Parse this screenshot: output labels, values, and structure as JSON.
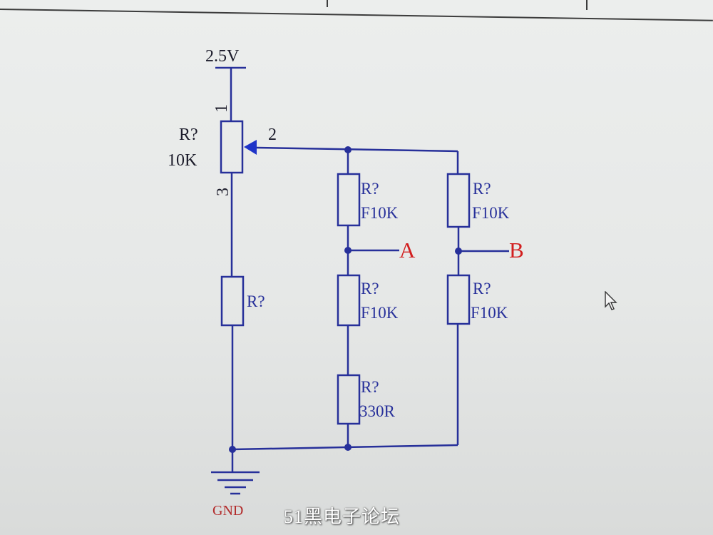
{
  "power": {
    "label": "2.5V"
  },
  "potentiometer": {
    "designator": "R?",
    "value": "10K",
    "pin1": "1",
    "pin2": "2",
    "pin3": "3"
  },
  "resistor_left": {
    "designator": "R?"
  },
  "resistor_mid_top": {
    "designator": "R?",
    "value": "F10K"
  },
  "resistor_mid_bottom": {
    "designator": "R?",
    "value": "F10K"
  },
  "resistor_mid_low": {
    "designator": "R?",
    "value": "330R"
  },
  "resistor_right_top": {
    "designator": "R?",
    "value": "F10K"
  },
  "resistor_right_bottom": {
    "designator": "R?",
    "value": "F10K"
  },
  "net_labels": {
    "a": "A",
    "b": "B"
  },
  "ground": {
    "label": "GND"
  },
  "watermark": "51黑电子论坛",
  "colors": {
    "wire": "#27309a",
    "net_label": "#d21f1f",
    "ground_label": "#b22a2a",
    "arrow": "#1f34c8"
  }
}
